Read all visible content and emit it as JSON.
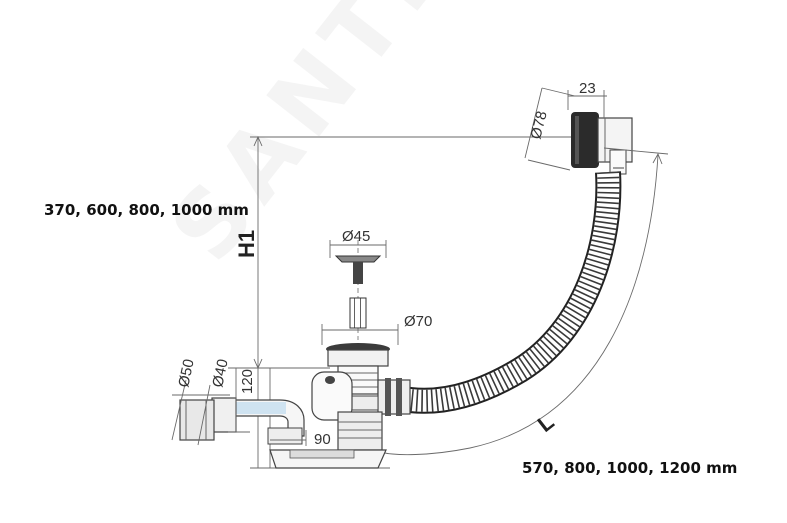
{
  "watermark": "SANTINO",
  "dimensions": {
    "overflow_head_diameter": "Ø78",
    "overflow_head_depth": "23",
    "height_label": "H1",
    "height_values": "370, 600, 800, 1000 mm",
    "plug_diameter": "Ø45",
    "waste_diameter": "Ø70",
    "outlet_outer_diameter": "Ø50",
    "outlet_inner_diameter": "Ø40",
    "trap_height": "120",
    "trap_offset": "90",
    "length_label": "L",
    "length_values": "570, 800, 1000, 1200 mm"
  },
  "colors": {
    "line": "#555555",
    "dimension_line": "#6a6a6a",
    "hose": "#3a3a3a",
    "chrome_dark": "#2b2b2b",
    "pipe_accent": "#cfe3f1"
  }
}
